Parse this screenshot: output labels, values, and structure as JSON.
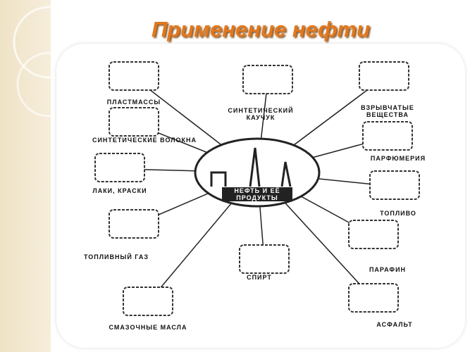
{
  "title": "Применение нефти",
  "diagram": {
    "center": "Нефть и её продукты",
    "items": [
      {
        "label": "Пластмассы",
        "icon": "plastics-icon"
      },
      {
        "label": "Синтетический каучук",
        "icon": "tire-icon"
      },
      {
        "label": "Взрывчатые вещества",
        "icon": "explosion-icon"
      },
      {
        "label": "Синтетические волокна",
        "icon": "fiber-icon"
      },
      {
        "label": "Парфюмерия",
        "icon": "perfume-icon"
      },
      {
        "label": "Лаки, краски",
        "icon": "paint-icon"
      },
      {
        "label": "Топливо",
        "icon": "fuel-barrel-icon"
      },
      {
        "label": "Топливный газ",
        "icon": "gas-stove-icon"
      },
      {
        "label": "Парафин",
        "icon": "candle-icon"
      },
      {
        "label": "Спирт",
        "icon": "spirit-lamp-icon"
      },
      {
        "label": "Смазочные масла",
        "icon": "oil-barrel-icon"
      },
      {
        "label": "Асфальт",
        "icon": "asphalt-truck-icon"
      }
    ]
  },
  "colors": {
    "title": "#e2781e",
    "strip": "#efe3c6"
  }
}
